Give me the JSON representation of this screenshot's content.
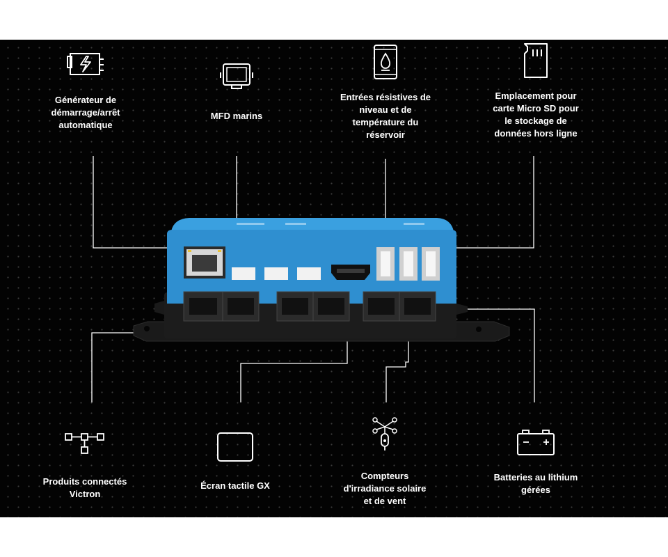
{
  "features": {
    "top": [
      {
        "label": "Générateur de\ndémarrage/arrêt\nautomatique",
        "icon": "generator-icon"
      },
      {
        "label": "MFD marins",
        "icon": "mfd-display-icon"
      },
      {
        "label": "Entrées résistives de\nniveau et de\ntempérature du\nréservoir",
        "icon": "tank-level-icon"
      },
      {
        "label": "Emplacement pour\ncarte Micro SD pour\nle stockage de\ndonnées hors ligne",
        "icon": "micro-sd-card-icon"
      }
    ],
    "bottom": [
      {
        "label": "Produits connectés\nVictron",
        "icon": "network-nodes-icon"
      },
      {
        "label": "Écran tactile GX",
        "icon": "touchscreen-icon"
      },
      {
        "label": "Compteurs\nd'irradiance solaire\net de vent",
        "icon": "sensor-icon"
      },
      {
        "label": "Batteries au lithium\ngérées",
        "icon": "battery-icon"
      }
    ]
  },
  "colors": {
    "background": "#030303",
    "dot_grid": "#3b3b3b",
    "text": "#ffffff",
    "connector_lines": "#ffffff",
    "device_blue": "#2f8fd0",
    "device_base": "#1c1c1c"
  }
}
